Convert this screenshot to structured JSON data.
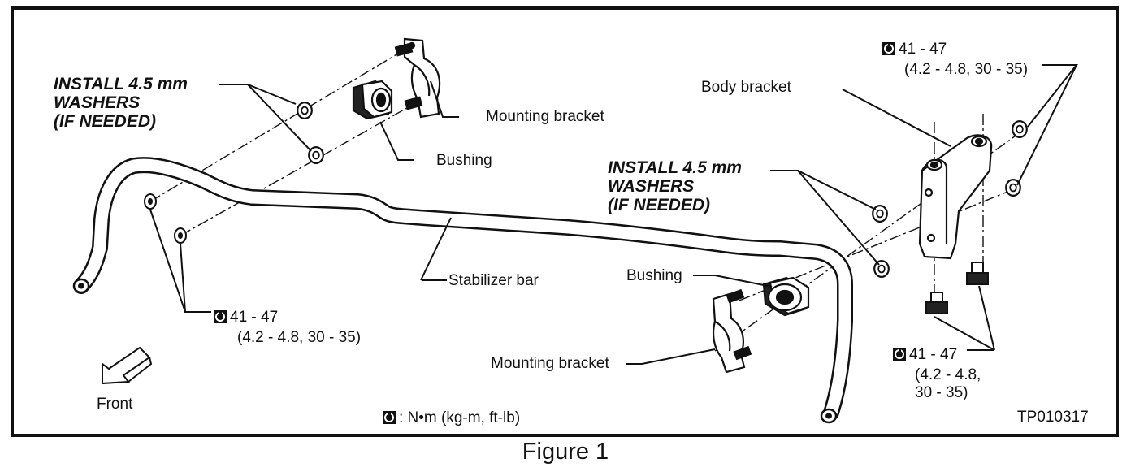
{
  "caption": "Figure 1",
  "figure_id": "TP010317",
  "legend": {
    "text": ": N•m (kg-m, ft-lb)",
    "icon": "torque-wrench-icon"
  },
  "warnings": {
    "left": {
      "line1": "INSTALL 4.5 mm",
      "line2": "WASHERS",
      "line3": "(IF NEEDED)"
    },
    "right": {
      "line1": "INSTALL 4.5 mm",
      "line2": "WASHERS",
      "line3": "(IF NEEDED)"
    }
  },
  "labels": {
    "mounting_bracket_top": "Mounting bracket",
    "bushing_top": "Bushing",
    "stabilizer_bar": "Stabilizer bar",
    "bushing_bottom": "Bushing",
    "mounting_bracket_bottom": "Mounting bracket",
    "body_bracket": "Body bracket",
    "front": "Front"
  },
  "torque_specs": {
    "left": {
      "value": "41 - 47",
      "detail": "(4.2 - 4.8, 30 - 35)"
    },
    "top_right": {
      "value": "41 - 47",
      "detail": "(4.2 - 4.8, 30 - 35)"
    },
    "bottom_right": {
      "value": "41 - 47",
      "detail1": "(4.2 - 4.8,",
      "detail2": "30 - 35)"
    }
  }
}
